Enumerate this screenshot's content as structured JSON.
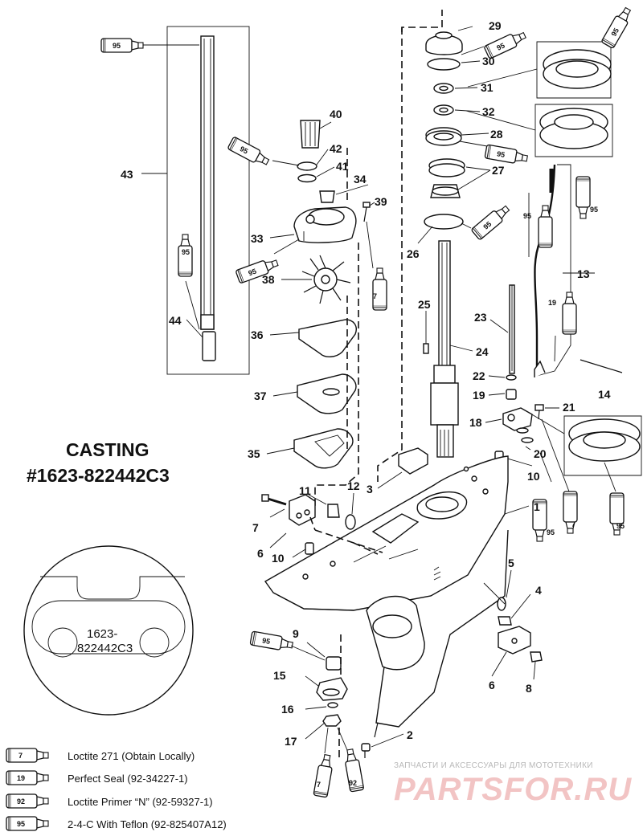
{
  "callouts": {
    "n1": "1",
    "n2": "2",
    "n3": "3",
    "n4": "4",
    "n5": "5",
    "n6a": "6",
    "n6b": "6",
    "n7": "7",
    "n8": "8",
    "n9": "9",
    "n10a": "10",
    "n10b": "10",
    "n11": "11",
    "n12": "12",
    "n13": "13",
    "n14": "14",
    "n15": "15",
    "n16": "16",
    "n17": "17",
    "n18": "18",
    "n19": "19",
    "n20": "20",
    "n21": "21",
    "n22": "22",
    "n23": "23",
    "n24": "24",
    "n25": "25",
    "n26": "26",
    "n27": "27",
    "n28": "28",
    "n29": "29",
    "n30": "30",
    "n31": "31",
    "n32": "32",
    "n33": "33",
    "n34": "34",
    "n35": "35",
    "n36": "36",
    "n37": "37",
    "n38": "38",
    "n39": "39",
    "n40": "40",
    "n41": "41",
    "n42": "42",
    "n43": "43",
    "n44": "44"
  },
  "tubes": {
    "t95": "95",
    "t7": "7",
    "t19": "19",
    "t92": "92"
  },
  "casting": {
    "line1": "CASTING",
    "line2": "#1623-822442C3",
    "stamp_line1": "1623-",
    "stamp_line2": "822442C3"
  },
  "legend": [
    {
      "code": "7",
      "text": "Loctite 271 (Obtain Locally)"
    },
    {
      "code": "19",
      "text": "Perfect Seal (92-34227-1)"
    },
    {
      "code": "92",
      "text": "Loctite Primer “N” (92-59327-1)"
    },
    {
      "code": "95",
      "text": "2-4-C  With Teflon (92-825407A12)"
    }
  ],
  "watermark": {
    "line1": "ЗАПЧАСТИ И АКСЕССУАРЫ ДЛЯ МОТОТЕХНИКИ",
    "line2": "PARTSFOR.RU"
  }
}
